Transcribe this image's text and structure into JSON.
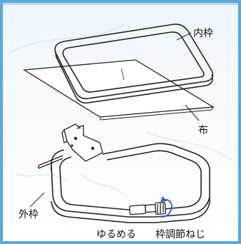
{
  "labels": {
    "inner_hoop": "内枠",
    "fabric": "布",
    "outer_hoop": "外枠",
    "loosen": "ゆるめる",
    "adjust_screw": "枠調節ねじ"
  },
  "colors": {
    "border": "#5aa9dd",
    "line": "#222222",
    "arrow": "#3b5fd0"
  }
}
